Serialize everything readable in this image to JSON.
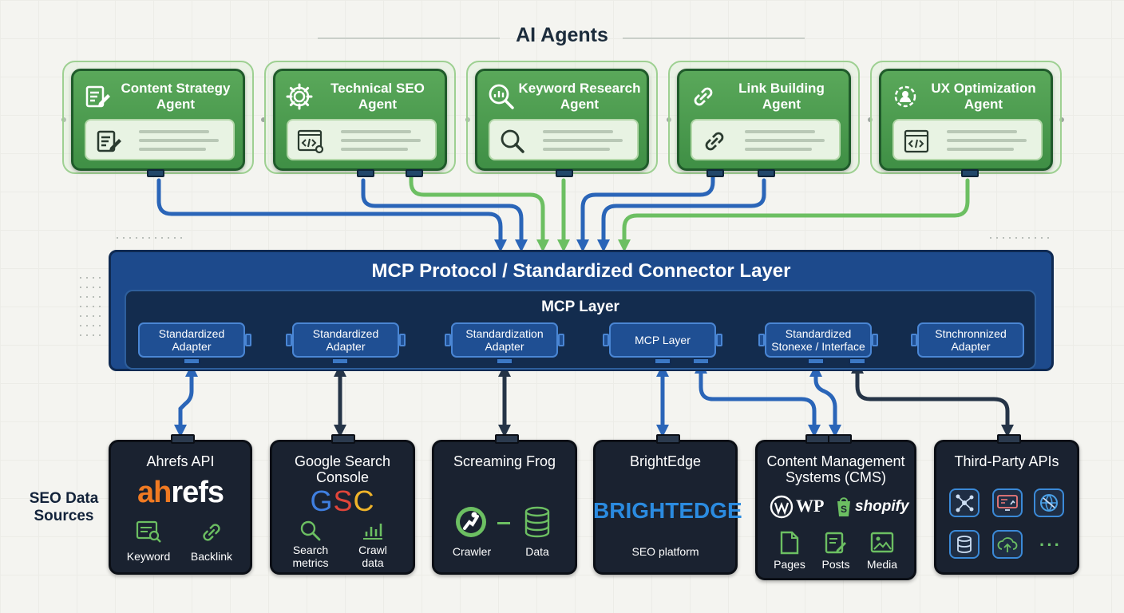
{
  "header": {
    "title": "AI Agents"
  },
  "agents": [
    {
      "id": "content",
      "title_line1": "Content Strategy",
      "title_line2": "Agent",
      "icon": "edit-document-icon"
    },
    {
      "id": "technical",
      "title_line1": "Technical SEO",
      "title_line2": "Agent",
      "icon": "gear-icon"
    },
    {
      "id": "keyword",
      "title_line1": "Keyword Research",
      "title_line2": "Agent",
      "icon": "search-chart-icon"
    },
    {
      "id": "link",
      "title_line1": "Link Building",
      "title_line2": "Agent",
      "icon": "link-icon"
    },
    {
      "id": "ux",
      "title_line1": "UX Optimization",
      "title_line2": "Agent",
      "icon": "user-gear-icon"
    }
  ],
  "mcp": {
    "title": "MCP Protocol / Standardized Connector Layer",
    "subtitle": "MCP Layer",
    "adapters": [
      {
        "line1": "Standardized",
        "line2": "Adapter"
      },
      {
        "line1": "Standardized",
        "line2": "Adapter"
      },
      {
        "line1": "Standardization",
        "line2": "Adapter"
      },
      {
        "line1": "MCP Layer",
        "line2": ""
      },
      {
        "line1": "Standardized",
        "line2": "Stonexe / Interface"
      },
      {
        "line1": "Stnchronnized",
        "line2": "Adapter"
      }
    ]
  },
  "sources_label": {
    "line1": "SEO Data",
    "line2": "Sources"
  },
  "sources": [
    {
      "title_line1": "Ahrefs API",
      "title_line2": "",
      "logo": "ahrefs",
      "items": [
        {
          "label": "Keyword",
          "icon": "keyword-icon"
        },
        {
          "label": "Backlink",
          "icon": "link-icon"
        }
      ]
    },
    {
      "title_line1": "Google Search",
      "title_line2": "Console",
      "logo": "GSC",
      "items": [
        {
          "label_line1": "Search",
          "label_line2": "metrics",
          "icon": "search-icon"
        },
        {
          "label_line1": "Crawl",
          "label_line2": "data",
          "icon": "bar-chart-icon"
        }
      ]
    },
    {
      "title_line1": "Screaming Frog",
      "title_line2": "",
      "items": [
        {
          "label": "Crawler",
          "icon": "frog-icon"
        },
        {
          "label": "Data",
          "icon": "database-icon"
        }
      ]
    },
    {
      "title_line1": "BrightEdge",
      "title_line2": "",
      "logo": "BRIGHTEDGE",
      "caption": "SEO platform"
    },
    {
      "title_line1": "Content Management",
      "title_line2": "Systems (CMS)",
      "logos": {
        "wp": "WP",
        "shopify": "shopify"
      },
      "items": [
        {
          "label": "Pages",
          "icon": "page-icon"
        },
        {
          "label": "Posts",
          "icon": "post-icon"
        },
        {
          "label": "Media",
          "icon": "image-icon"
        }
      ]
    },
    {
      "title_line1": "Third-Party APIs",
      "title_line2": "",
      "tiles": [
        "network-icon",
        "dashboard-icon",
        "globe-icon",
        "database-icon",
        "cloud-upload-icon"
      ],
      "more": "···"
    }
  ],
  "colors": {
    "agent_green": "#4a9c4f",
    "mcp_blue": "#1d4a8c",
    "source_dark": "#1a2230",
    "wire_blue": "#2a65b8",
    "wire_green": "#6cbf62",
    "wire_dark": "#253447",
    "ahrefs_orange": "#f07a22",
    "brightedge_blue": "#2b8be0"
  }
}
